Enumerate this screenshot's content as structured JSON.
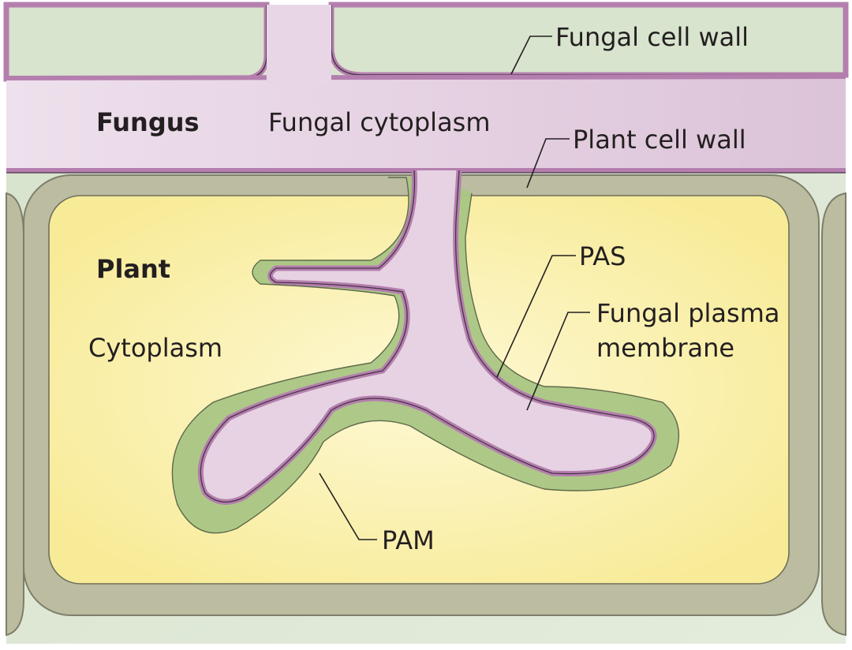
{
  "labels": {
    "fungus": "Fungus",
    "fungal_cytoplasm": "Fungal cytoplasm",
    "fungal_cell_wall": "Fungal cell wall",
    "plant_cell_wall": "Plant cell wall",
    "plant": "Plant",
    "cytoplasm": "Cytoplasm",
    "pas": "PAS",
    "fungal_plasma_membrane_line1": "Fungal plasma",
    "fungal_plasma_membrane_line2": "membrane",
    "pam": "PAM"
  },
  "colors": {
    "background": "#dce6d2",
    "plant_wall": "#bbbca0",
    "plant_cytoplasm": "#fbf3b0",
    "fungal_cytoplasm": "#e6d2e2",
    "fungal_membrane": "#b47fae",
    "periarbuscular_space": "#a7c482"
  }
}
